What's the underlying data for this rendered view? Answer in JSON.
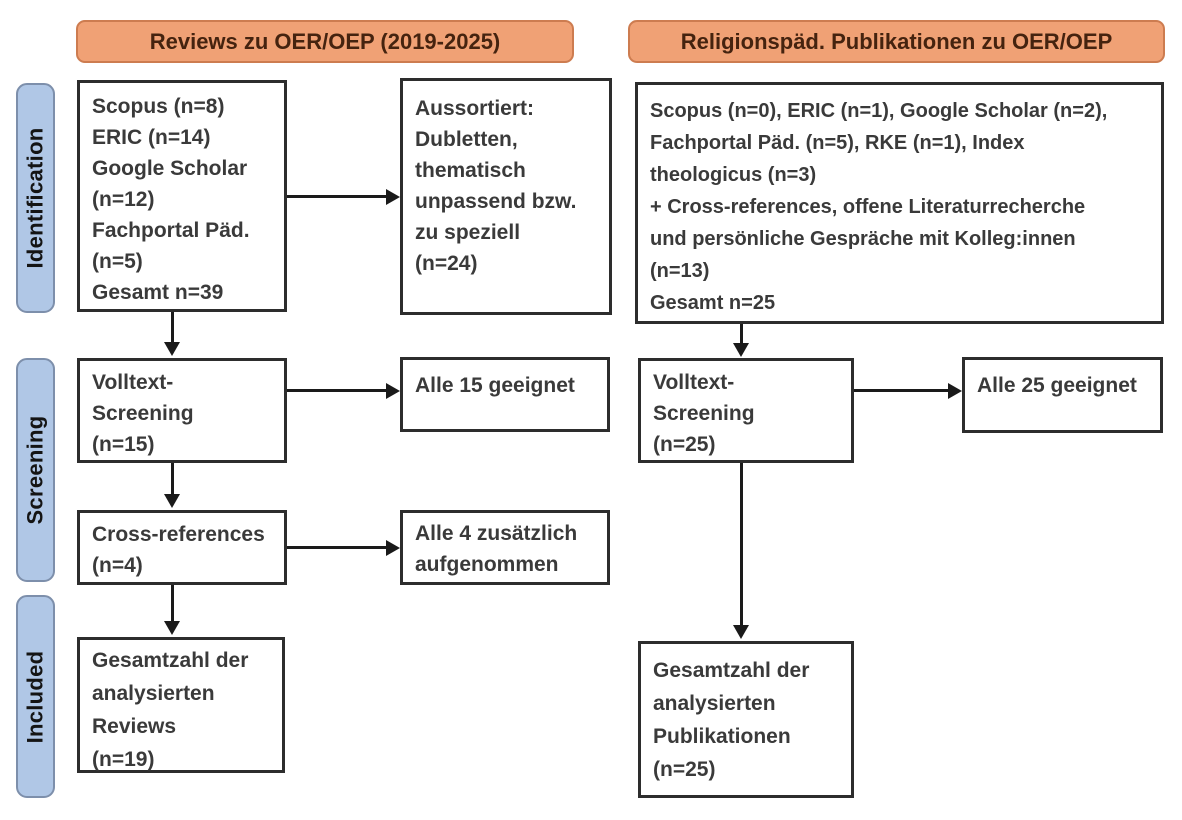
{
  "colors": {
    "header_fill": "#f0a175",
    "header_border": "#cd7c50",
    "header_text": "#45230f",
    "stage_label_fill": "#b0c7e6",
    "stage_label_border": "#7d8fab",
    "box_border": "#2d2d2d",
    "box_text": "#3a3a3a",
    "arrow": "#1a1a1a"
  },
  "headers": {
    "left": "Reviews zu OER/OEP (2019-2025)",
    "right": "Religionspäd. Publikationen zu OER/OEP"
  },
  "stages": {
    "identification": "Identification",
    "screening": "Screening",
    "included": "Included"
  },
  "left_flow": {
    "sources": "Scopus (n=8)\nERIC (n=14)\nGoogle Scholar\n(n=12)\nFachportal Päd.\n(n=5)\nGesamt n=39",
    "excluded": "Aussortiert:\nDubletten,\nthematisch\nunpassend bzw.\nzu speziell\n(n=24)",
    "fulltext_screening": "Volltext-\nScreening\n(n=15)",
    "fulltext_result": "Alle 15 geeignet",
    "cross_references": "Cross-references\n(n=4)",
    "cross_references_result": "Alle 4 zusätzlich\naufgenommen",
    "included_total": "Gesamtzahl der\nanalysierten\nReviews\n(n=19)"
  },
  "right_flow": {
    "sources": "Scopus (n=0), ERIC (n=1), Google Scholar (n=2),\nFachportal Päd. (n=5), RKE (n=1), Index\ntheologicus (n=3)\n+ Cross-references, offene Literaturrecherche\nund persönliche Gespräche mit Kolleg:innen\n(n=13)\nGesamt n=25",
    "fulltext_screening": "Volltext-\nScreening\n(n=25)",
    "fulltext_result": "Alle 25 geeignet",
    "included_total": "Gesamtzahl der\nanalysierten\nPublikationen\n(n=25)"
  }
}
